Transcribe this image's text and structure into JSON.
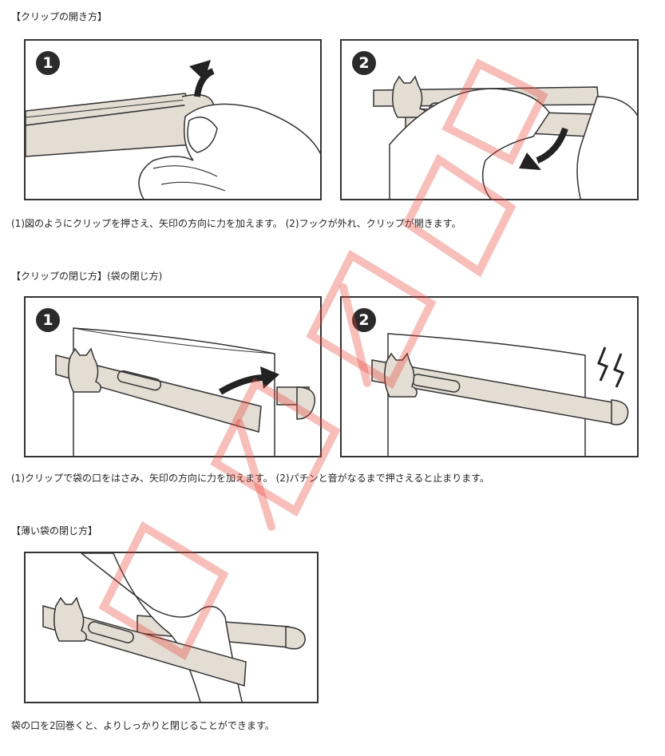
{
  "sections": [
    {
      "heading": "【クリップの開き方】",
      "panels": [
        {
          "step": "1"
        },
        {
          "step": "2"
        }
      ],
      "caption": "(1)図のようにクリップを押さえ、矢印の方向に力を加えます。 (2)フックが外れ、クリップが開きます。"
    },
    {
      "heading": "【クリップの閉じ方】(袋の閉じ方)",
      "panels": [
        {
          "step": "1"
        },
        {
          "step": "2"
        }
      ],
      "caption": "(1)クリップで袋の口をはさみ、矢印の方向に力を加えます。 (2)パチンと音がなるまで押さえると止まります。"
    },
    {
      "heading": "【薄い袋の閉じ方】",
      "caption": "袋の口を2回巻くと、よりしっかりと閉じることができます。"
    }
  ],
  "colors": {
    "clip": "#e3ddd4",
    "outline": "#333333",
    "watermark": "#e8443a"
  }
}
